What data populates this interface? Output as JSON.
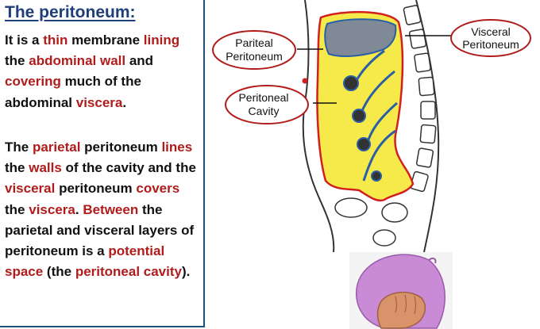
{
  "slide": {
    "title": "The peritoneum:",
    "paragraph1": [
      {
        "text": "It is a ",
        "highlight": false
      },
      {
        "text": "thin",
        "highlight": true
      },
      {
        "text": " membrane ",
        "highlight": false
      },
      {
        "text": "lining",
        "highlight": true
      },
      {
        "text": " the ",
        "highlight": false
      },
      {
        "text": "abdominal wall",
        "highlight": true
      },
      {
        "text": " and ",
        "highlight": false
      },
      {
        "text": "covering",
        "highlight": true
      },
      {
        "text": " much of the abdominal ",
        "highlight": false
      },
      {
        "text": "viscera",
        "highlight": true
      },
      {
        "text": ".",
        "highlight": false
      }
    ],
    "paragraph2": [
      {
        "text": " The ",
        "highlight": false
      },
      {
        "text": "parietal",
        "highlight": true
      },
      {
        "text": " peritoneum ",
        "highlight": false
      },
      {
        "text": "lines",
        "highlight": true
      },
      {
        "text": " the ",
        "highlight": false
      },
      {
        "text": "walls",
        "highlight": true
      },
      {
        "text": " of the cavity and the ",
        "highlight": false
      },
      {
        "text": "visceral",
        "highlight": true
      },
      {
        "text": " peritoneum ",
        "highlight": false
      },
      {
        "text": "covers",
        "highlight": true
      },
      {
        "text": " the ",
        "highlight": false
      },
      {
        "text": "viscera",
        "highlight": true
      },
      {
        "text": ". ",
        "highlight": false
      },
      {
        "text": "Between",
        "highlight": true
      },
      {
        "text": " the parietal and visceral layers of peritoneum is a ",
        "highlight": false
      },
      {
        "text": "potential space",
        "highlight": true
      },
      {
        "text": " (the ",
        "highlight": false
      },
      {
        "text": "peritoneal cavity",
        "highlight": true
      },
      {
        "text": ").",
        "highlight": false
      }
    ]
  },
  "diagram": {
    "labels": {
      "parietal_line1": "Pariteal",
      "parietal_line2": "Peritoneum",
      "visceral_line1": "Visceral",
      "visceral_line2": "Peritoneum",
      "cavity_line1": "Peritoneal",
      "cavity_line2": "Cavity"
    }
  },
  "colors": {
    "title": "#1f3f7a",
    "highlight": "#b01c1c",
    "body_text": "#111111",
    "cavity_fill": "#f5ea4a",
    "parietal_line": "#d22020",
    "visceral_line": "#2a5fa8",
    "callout_border": "#b01c1c",
    "balloon": "#c98ad6"
  }
}
